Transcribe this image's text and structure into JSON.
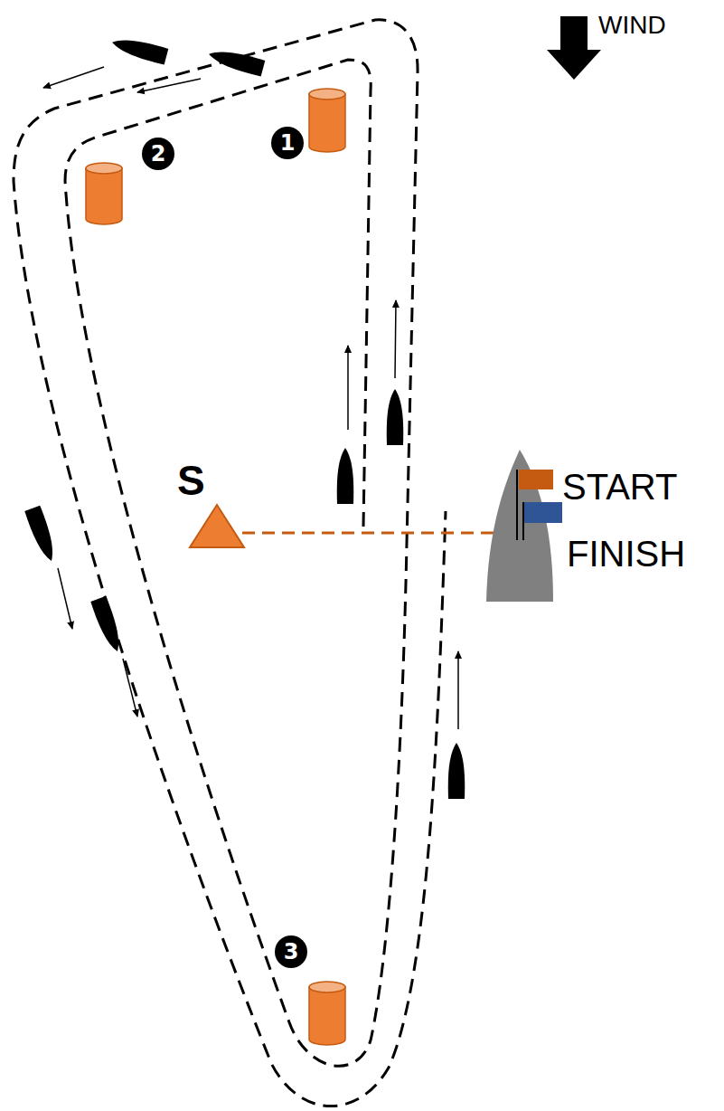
{
  "diagram": {
    "labels": [
      "WIND",
      "1",
      "2",
      "3",
      "S",
      "START",
      "FINISH"
    ]
  }
}
